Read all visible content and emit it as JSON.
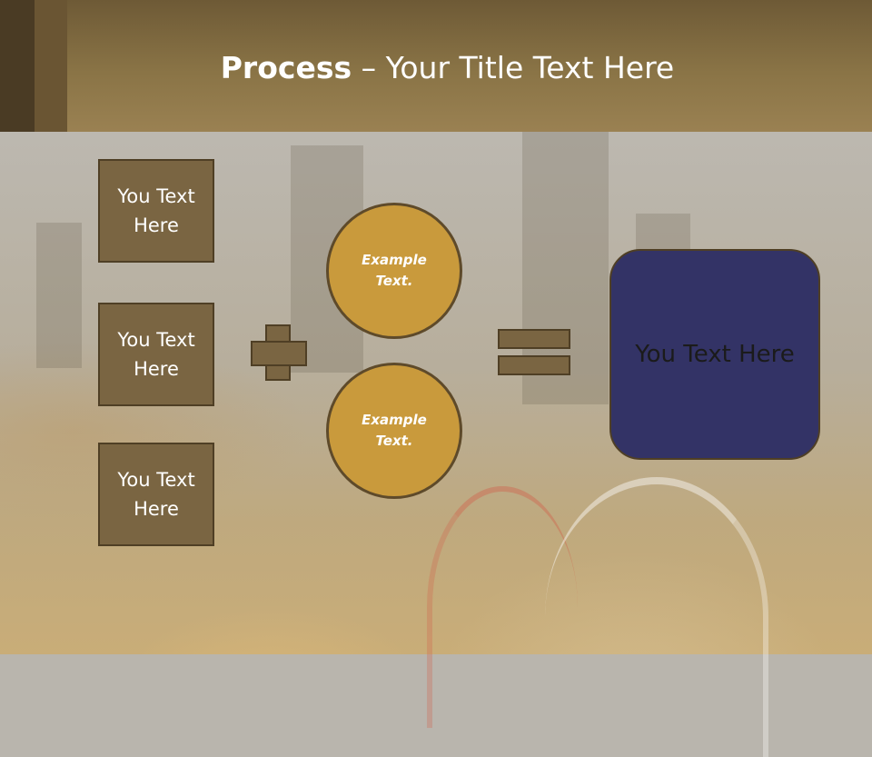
{
  "slide": {
    "title_bold": "Process",
    "title_rest": " – Your Title Text Here",
    "boxes": [
      "You Text Here",
      "You Text Here",
      "You Text Here"
    ],
    "circles": [
      "Example Text.",
      "Example Text."
    ],
    "result": "You Text Here"
  },
  "colors": {
    "header": "#8a7446",
    "box": "#7a6542",
    "circle": "#c99a3c",
    "result": "#333366",
    "outline": "#4f3f25"
  },
  "icons": [
    "plus-icon",
    "equals-icon"
  ]
}
